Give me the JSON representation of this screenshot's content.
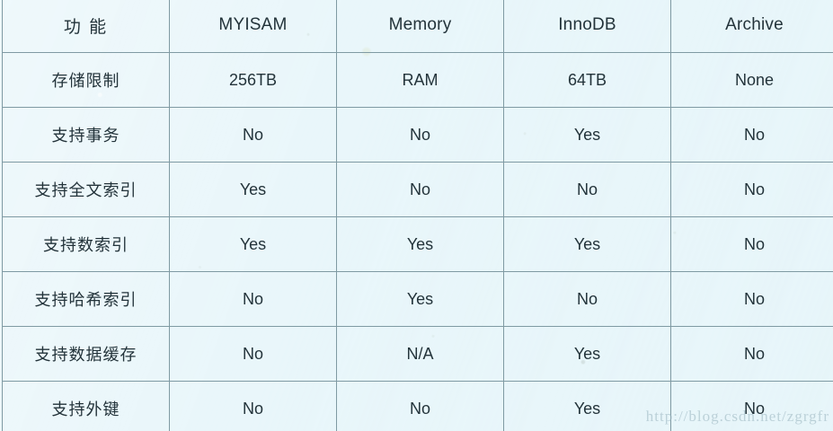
{
  "table": {
    "columns": [
      "功 能",
      "MYISAM",
      "Memory",
      "InnoDB",
      "Archive"
    ],
    "rows": [
      {
        "feature": "存储限制",
        "myisam": "256TB",
        "memory": "RAM",
        "innodb": "64TB",
        "archive": "None"
      },
      {
        "feature": "支持事务",
        "myisam": "No",
        "memory": "No",
        "innodb": "Yes",
        "archive": "No"
      },
      {
        "feature": "支持全文索引",
        "myisam": "Yes",
        "memory": "No",
        "innodb": "No",
        "archive": "No"
      },
      {
        "feature": "支持数索引",
        "myisam": "Yes",
        "memory": "Yes",
        "innodb": "Yes",
        "archive": "No"
      },
      {
        "feature": "支持哈希索引",
        "myisam": "No",
        "memory": "Yes",
        "innodb": "No",
        "archive": "No"
      },
      {
        "feature": "支持数据缓存",
        "myisam": "No",
        "memory": "N/A",
        "innodb": "Yes",
        "archive": "No"
      },
      {
        "feature": "支持外键",
        "myisam": "No",
        "memory": "No",
        "innodb": "Yes",
        "archive": "No"
      }
    ]
  },
  "watermark": {
    "text": "http://blog.csdn.net/zgrgfr"
  },
  "colors": {
    "background": "#e9f6fa",
    "border": "#7f9aa3",
    "text": "#23333a",
    "watermark": "#98b2be"
  }
}
